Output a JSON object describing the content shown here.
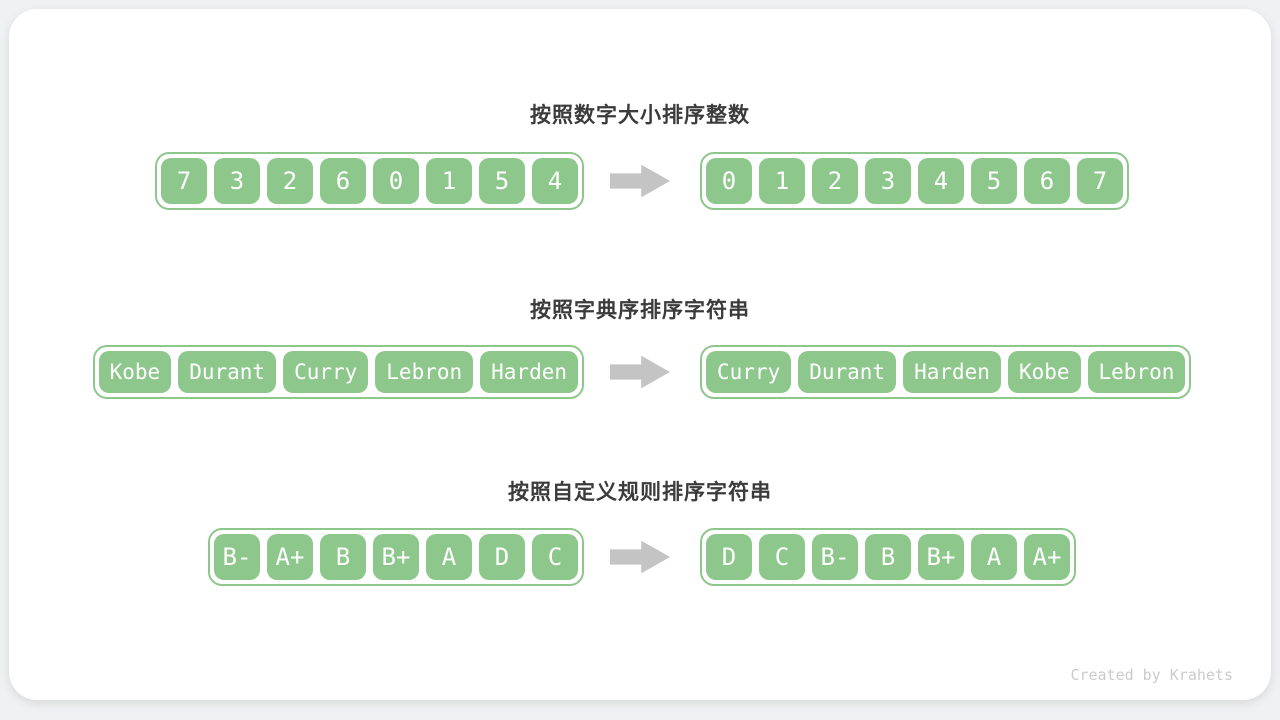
{
  "colors": {
    "cell_green": "#8ec78c",
    "cell_text": "#ffffff",
    "arrow_gray": "#c4c4c4",
    "title_color": "#3b3b3b",
    "footer_color": "#cbcbcb",
    "card_background": "#ffffff",
    "page_background": "#f0f1f2"
  },
  "sections": [
    {
      "title": "按照数字大小排序整数",
      "before": [
        "7",
        "3",
        "2",
        "6",
        "0",
        "1",
        "5",
        "4"
      ],
      "after": [
        "0",
        "1",
        "2",
        "3",
        "4",
        "5",
        "6",
        "7"
      ]
    },
    {
      "title": "按照字典序排序字符串",
      "before": [
        "Kobe",
        "Durant",
        "Curry",
        "Lebron",
        "Harden"
      ],
      "after": [
        "Curry",
        "Durant",
        "Harden",
        "Kobe",
        "Lebron"
      ]
    },
    {
      "title": "按照自定义规则排序字符串",
      "before": [
        "B-",
        "A+",
        "B",
        "B+",
        "A",
        "D",
        "C"
      ],
      "after": [
        "D",
        "C",
        "B-",
        "B",
        "B+",
        "A",
        "A+"
      ]
    }
  ],
  "footer": {
    "credit": "Created by Krahets"
  }
}
